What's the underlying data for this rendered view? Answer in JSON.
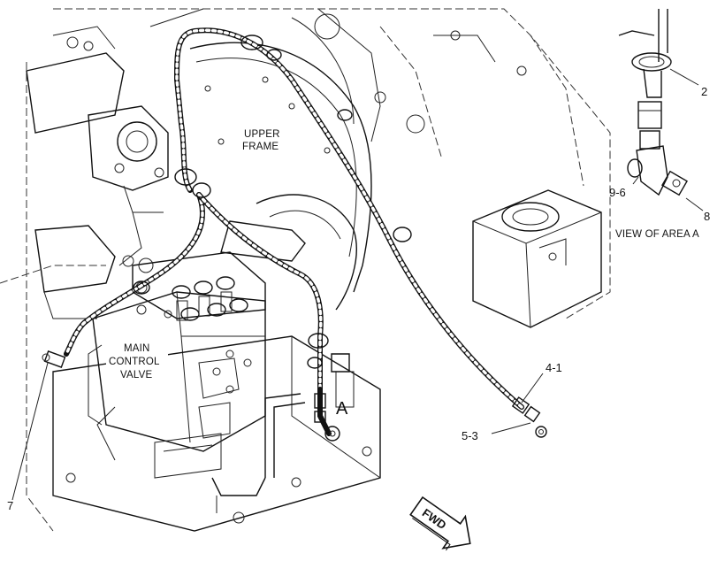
{
  "labels": {
    "upper_frame_line1": "UPPER",
    "upper_frame_line2": "FRAME",
    "main_control_line1": "MAIN",
    "main_control_line2": "CONTROL",
    "main_control_line3": "VALVE",
    "area_marker": "A",
    "view_of_area": "VIEW OF AREA A",
    "fwd": "FWD"
  },
  "callouts": {
    "c2": "2",
    "c4_1": "4-1",
    "c5_3": "5-3",
    "c7": "7",
    "c8": "8",
    "c9_6": "9-6"
  },
  "colors": {
    "line": "#111111",
    "background": "#ffffff"
  }
}
